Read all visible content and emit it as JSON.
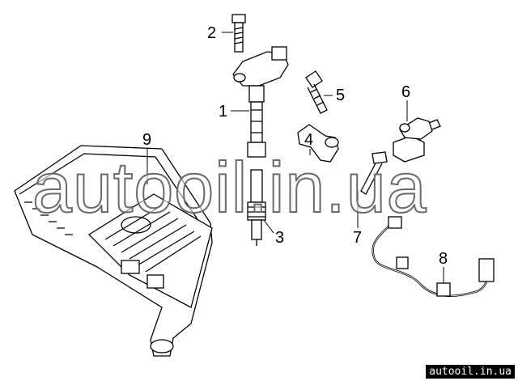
{
  "callouts": [
    "1",
    "2",
    "3",
    "4",
    "5",
    "6",
    "7",
    "8",
    "9"
  ],
  "watermark": "autooil.in.ua",
  "corner_label": "autooil.in.ua"
}
